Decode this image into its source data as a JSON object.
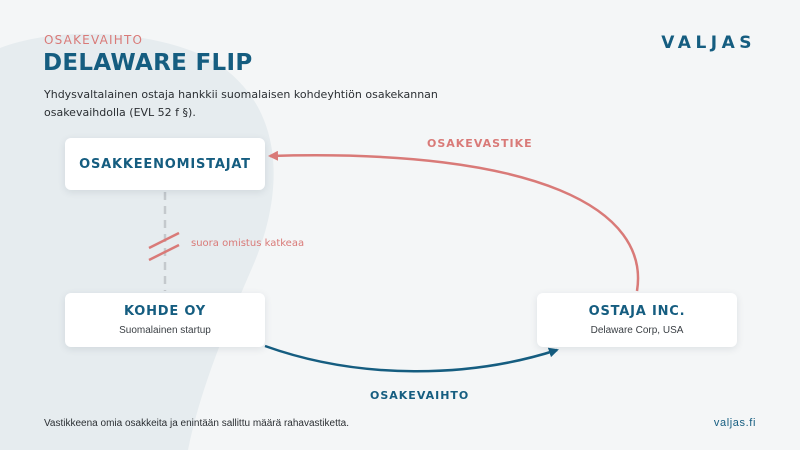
{
  "header": {
    "kicker": "OSAKEVAIHTO",
    "title": "DELAWARE FLIP",
    "subtitle": "Yhdysvaltalainen ostaja hankkii suomalaisen kohdeyhtiön osakekannan osakevaihdolla (EVL 52 f §).",
    "logo": "VALJAS"
  },
  "nodes": {
    "owners": {
      "title": "OSAKKEENOMISTAJAT"
    },
    "target": {
      "title": "KOHDE OY",
      "subtitle": "Suomalainen startup"
    },
    "buyer": {
      "title": "OSTAJA INC.",
      "subtitle": "Delaware Corp, USA"
    }
  },
  "edges": {
    "consideration_label": "OSAKEVASTIKE",
    "exchange_label": "OSAKEVAIHTO",
    "broken_ownership_label": "suora omistus katkeaa"
  },
  "footer": {
    "note": "Vastikkeena omia osakkeita ja enintään sallittu määrä rahavastiketta.",
    "url": "valjas.fi"
  },
  "colors": {
    "primary": "#155d80",
    "accent": "#d97a78",
    "background": "#f4f6f7",
    "shape": "#e6ecef",
    "dashed_line": "#c4c9cd"
  }
}
